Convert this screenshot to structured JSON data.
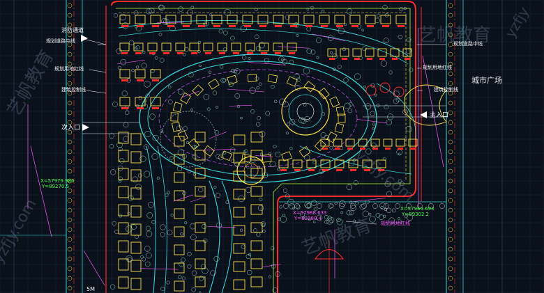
{
  "labels": {
    "fire_lane": "消防通道",
    "road_center_left": "规划道路中线",
    "green_line_left": "规划用地红线",
    "build_line_left": "建筑控制线",
    "sub_entrance": "次入口",
    "road_center_right": "规划道路中线",
    "green_line_right": "规划用地红线",
    "city_plaza": "城市广场",
    "build_line_right": "建筑控制线",
    "main_entrance": "主入口",
    "green_line_bottom": "规划用地红线",
    "scale_mark": "5M"
  },
  "coords": {
    "left": {
      "x": "X=57979.986",
      "y": "Y=89270.5"
    },
    "mid": {
      "x": "X=57988.633",
      "y": "Y=89288.4"
    },
    "right": {
      "x": "X=57969.693",
      "y": "Y=89302.2"
    }
  },
  "watermarks": [
    "艺帆教育",
    "艺帆教育",
    "yzfjy.com",
    "艺帆教育",
    "yzfjy.com",
    "yzfjy"
  ],
  "colors": {
    "background": "#0b111b",
    "red_line": "#ff2a2a",
    "yellow": "#ffe14a",
    "cyan": "#38d8d8",
    "magenta": "#ff5cff",
    "green": "#4dff4d"
  }
}
